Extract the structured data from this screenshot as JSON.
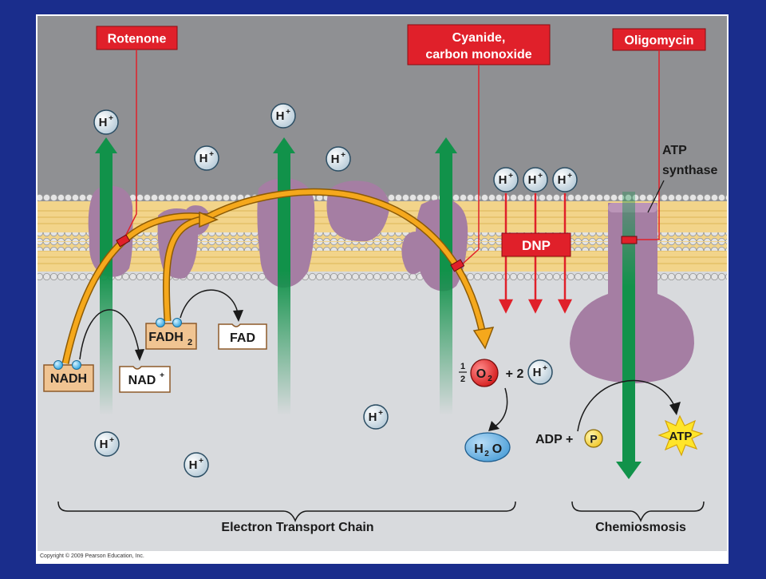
{
  "inhibitors": {
    "rotenone": "Rotenone",
    "cyanide_line1": "Cyanide,",
    "cyanide_line2": "carbon monoxide",
    "oligomycin": "Oligomycin"
  },
  "atp_synthase": {
    "line1": "ATP",
    "line2": "synthase"
  },
  "dnp": "DNP",
  "proton": {
    "base": "H",
    "sup": "+"
  },
  "nadh": "NADH",
  "nad": {
    "base": "NAD",
    "sup": "+"
  },
  "fadh2": {
    "base": "FADH",
    "sub": "2"
  },
  "fad": "FAD",
  "oxygen": {
    "half_num": "1",
    "half_den": "2",
    "o_base": "O",
    "o_sub": "2",
    "plus_two": "+ 2"
  },
  "water": {
    "h": "H",
    "sub": "2",
    "o": "O"
  },
  "adp": "ADP +",
  "phosphate": "P",
  "atp": "ATP",
  "brackets": {
    "etc": "Electron Transport Chain",
    "chemiosmosis": "Chemiosmosis"
  },
  "copyright": "Copyright © 2009 Pearson Education, Inc.",
  "colors": {
    "frame": "#1a2d8c",
    "intermembrane": "#8f9093",
    "matrix": "#d8dadd",
    "membrane_band": "#f2d48a",
    "protein": "#a57ea3",
    "label_red": "#e0202a",
    "electron_arrow": "#f5a81c",
    "proton_arrow": "#11924a",
    "proton_circle": "#c8d8e2",
    "cofactor_box": "#f0c492"
  }
}
